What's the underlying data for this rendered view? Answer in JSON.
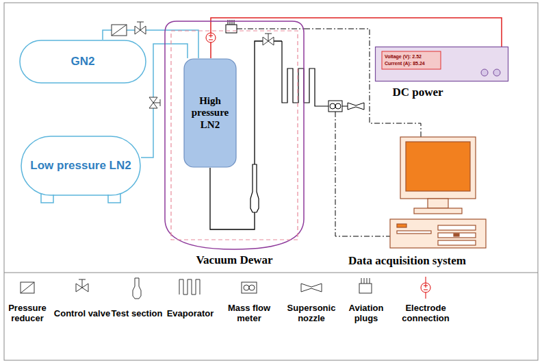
{
  "diagram": {
    "nodes": [
      {
        "text": [
          "GN2"
        ]
      },
      {
        "text": [
          "Low pressure LN2"
        ]
      },
      {
        "text": [
          "Vacuum Dewar"
        ]
      },
      {
        "text": [
          "High pressure LN2"
        ],
        "in": 2
      },
      {
        "text": [
          "Voltage (V): 2.52",
          "Current (A): 85.24",
          "DC power"
        ]
      },
      {
        "text": [
          "Data acquisition system"
        ]
      }
    ],
    "edges": [
      {
        "from": 0,
        "to": 3,
        "arrow": "none"
      },
      {
        "from": 1,
        "to": 3,
        "arrow": "none"
      },
      {
        "from": 4,
        "to": 3,
        "arrow": "none"
      },
      {
        "from": 2,
        "to": 5,
        "arrow": "none"
      }
    ],
    "legend": [
      {
        "text": "Pressure reducer"
      },
      {
        "text": "Control valve"
      },
      {
        "text": "Test section"
      },
      {
        "text": "Evaporator"
      },
      {
        "text": "Mass flow meter"
      },
      {
        "text": "Supersonic nozzle"
      },
      {
        "text": "Aviation plugs"
      },
      {
        "text": "Electrode connection"
      }
    ]
  }
}
